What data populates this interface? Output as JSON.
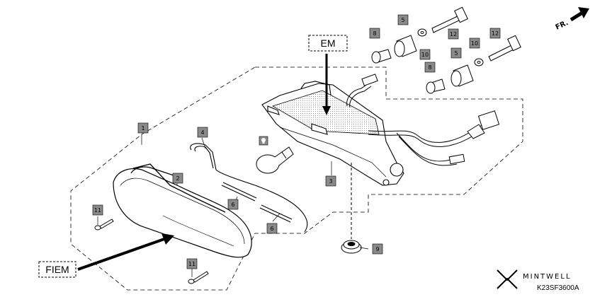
{
  "callouts": {
    "em": "EM",
    "fiem": "FIEM"
  },
  "parts": [
    {
      "id": "p1",
      "label": "1"
    },
    {
      "id": "p2",
      "label": "2"
    },
    {
      "id": "p3",
      "label": "3"
    },
    {
      "id": "p4",
      "label": "4"
    },
    {
      "id": "p5a",
      "label": "5"
    },
    {
      "id": "p5b",
      "label": "5"
    },
    {
      "id": "p6a",
      "label": "6"
    },
    {
      "id": "p6b",
      "label": "6"
    },
    {
      "id": "p8a",
      "label": "8"
    },
    {
      "id": "p8b",
      "label": "8"
    },
    {
      "id": "p9",
      "label": "9"
    },
    {
      "id": "p10a",
      "label": "10"
    },
    {
      "id": "p10b",
      "label": "10"
    },
    {
      "id": "p11a",
      "label": "11"
    },
    {
      "id": "p11b",
      "label": "11"
    },
    {
      "id": "p12a",
      "label": "12"
    },
    {
      "id": "p12b",
      "label": "12"
    }
  ],
  "bulb_icon": "bulb-icon",
  "front_indicator": "FR.",
  "brand": "MINTWELL",
  "diagram_code": "K23SF3600A",
  "colors": {
    "tag_fill": "#8a8a8a",
    "line": "#000000",
    "stipple": "#cfcfcf"
  }
}
